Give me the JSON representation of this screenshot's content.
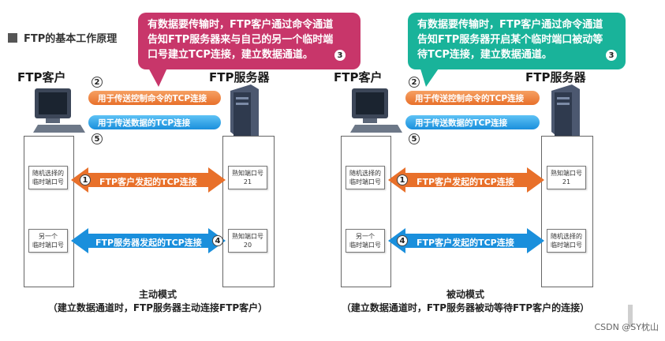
{
  "header": {
    "title": "FTP的基本工作原理"
  },
  "roles": {
    "client": "FTP客户",
    "server": "FTP服务器"
  },
  "active": {
    "bubble": [
      "有数据要传输时，FTP客户通过命令通道",
      "告知FTP服务器来与自己的另一个临时端",
      "口号建立TCP连接，建立数据通道。"
    ],
    "bubble_num": "3",
    "control_pipe": "用于传送控制命令的TCP连接",
    "data_pipe": "用于传送数据的TCP连接",
    "num2": "2",
    "num5": "5",
    "client_port1": [
      "随机选择的",
      "临时端口号"
    ],
    "client_port2": [
      "另一个",
      "临时端口号"
    ],
    "server_port1": [
      "熟知端口号",
      "21"
    ],
    "server_port2": [
      "熟知端口号",
      "20"
    ],
    "arrow1": {
      "num": "1",
      "label": "FTP客户发起的TCP连接"
    },
    "arrow2": {
      "num": "4",
      "label": "FTP服务器发起的TCP连接"
    },
    "caption_title": "主动模式",
    "caption_sub": "（建立数据通道时，FTP服务器主动连接FTP客户）"
  },
  "passive": {
    "bubble": [
      "有数据要传输时，FTP客户通过命令通道",
      "告知FTP服务器开启某个临时端口被动等",
      "待TCP连接，建立数据通道。"
    ],
    "bubble_num": "3",
    "control_pipe": "用于传送控制命令的TCP连接",
    "data_pipe": "用于传送数据的TCP连接",
    "num2": "2",
    "num5": "5",
    "client_port1": [
      "随机选择的",
      "临时端口号"
    ],
    "client_port2": [
      "另一个",
      "临时端口号"
    ],
    "server_port1": [
      "熟知端口号",
      "21"
    ],
    "server_port2": [
      "随机选择的",
      "临时端口号"
    ],
    "arrow1": {
      "num": "1",
      "label": "FTP客户发起的TCP连接"
    },
    "arrow2": {
      "num": "4",
      "label": "FTP客户发起的TCP连接"
    },
    "caption_title": "被动模式",
    "caption_sub": "（建立数据通道时，FTP服务器被动等待FTP客户的连接）"
  },
  "footer": "CSDN @SY枕山",
  "colors": {
    "orange": "#e8702a",
    "blue": "#1a8fdc",
    "pink": "#c8366a",
    "teal": "#19b39a"
  }
}
